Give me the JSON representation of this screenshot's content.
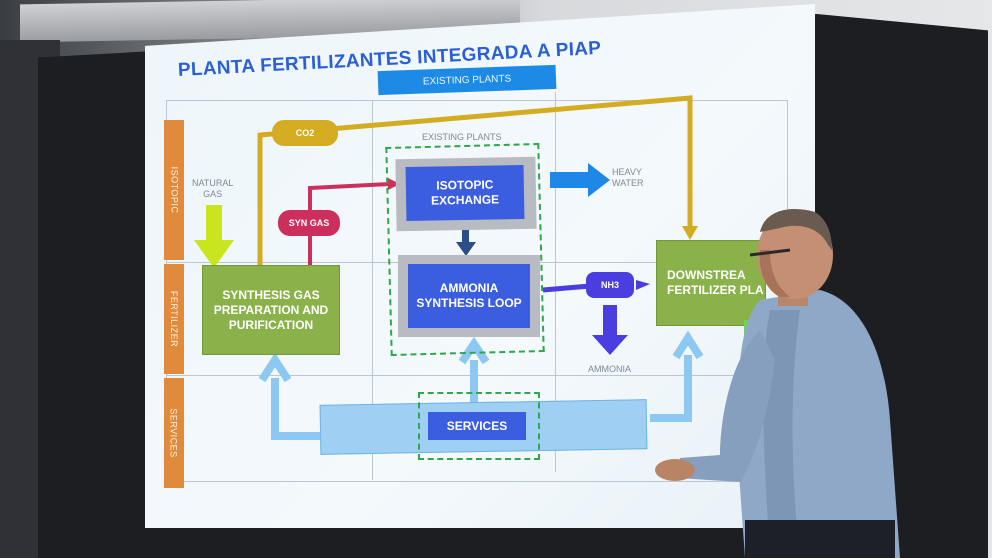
{
  "slide": {
    "title": "PLANTA FERTILIZANTES INTEGRADA A PIAP",
    "existing_banner": "EXISTING PLANTS",
    "existing_inner": "EXISTING PLANTS",
    "rows": {
      "isotopic": "ISOTOPIC",
      "fertilizer": "FERTILIZER",
      "services": "SERVICES"
    },
    "boxes": {
      "synthesis": [
        "SYNTHESIS GAS",
        "PREPARATION  AND",
        "PURIFICATION"
      ],
      "isotopic_exchange": [
        "ISOTOPIC",
        "EXCHANGE"
      ],
      "ammonia_loop": [
        "AMMONIA",
        "SYNTHESIS LOOP"
      ],
      "downstream": [
        "DOWNSTREA",
        "FERTILIZER PLA"
      ],
      "services": "SERVICES"
    },
    "pills": {
      "co2": "CO2",
      "syn_gas": "SYN GAS",
      "nh3": "NH3"
    },
    "labels": {
      "natural_gas": [
        "NATURAL",
        "GAS"
      ],
      "heavy_water": [
        "HEAVY",
        "WATER"
      ],
      "ammonia": "AMMONIA"
    }
  },
  "colors": {
    "accent_blue": "#3b5ee0",
    "arrow_blue": "#1f87e8",
    "green": "#8ab14a",
    "co2_gold": "#d4ac22",
    "syn_red": "#cc2f5c",
    "nh3_blue": "#4b3ee0",
    "orange": "#e08a3c",
    "light_blue": "#9fd0f4",
    "yellow_green": "#c8e51e"
  }
}
